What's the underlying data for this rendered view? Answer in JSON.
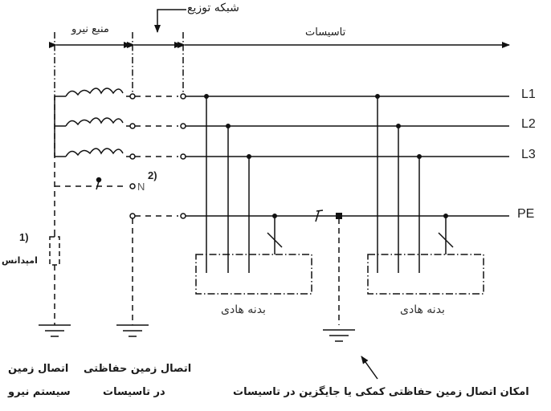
{
  "diagram": {
    "type": "TN-S earthing system schematic",
    "regions": {
      "power_source": "منبع نیرو",
      "distribution_network": "شبکه توزیع",
      "installations": "تاسیسات"
    },
    "buses": {
      "L1": "L1",
      "L2": "L2",
      "L3": "L3",
      "N": "N",
      "PE": "PE"
    },
    "notes": {
      "note1": "1)",
      "note2": "2)",
      "impedance": "امپدانس"
    },
    "loads": [
      {
        "label": "بدنه هادی"
      },
      {
        "label": "بدنه هادی"
      }
    ],
    "captions": {
      "system_earth_line1": "اتصال زمین",
      "system_earth_line2": "سیستم نیرو",
      "protective_earth_line1": "اتصال زمین حفاظتی",
      "protective_earth_line2": "در تاسیسات",
      "aux_earth": "امکان اتصال زمین حفاظتی کمکی یا جایگزین در تاسیسات"
    },
    "colors": {
      "line": "#111111",
      "background": "#ffffff"
    }
  }
}
